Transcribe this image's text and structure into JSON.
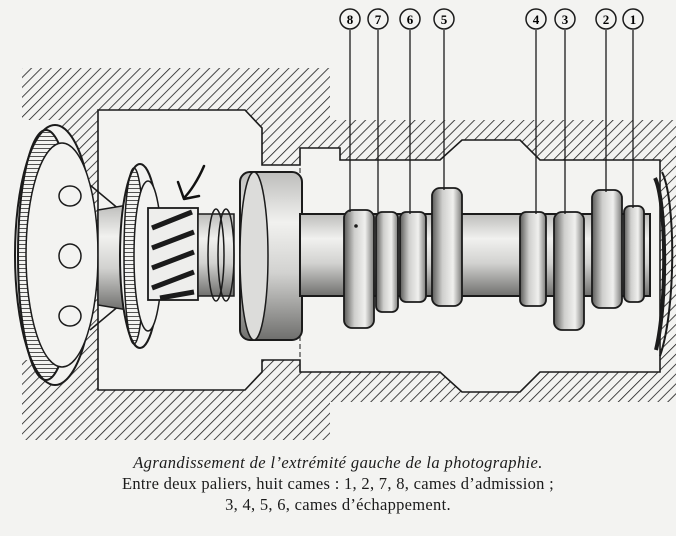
{
  "figure": {
    "callouts": [
      {
        "id": "c8",
        "label": "8"
      },
      {
        "id": "c7",
        "label": "7"
      },
      {
        "id": "c6",
        "label": "6"
      },
      {
        "id": "c5",
        "label": "5"
      },
      {
        "id": "c4",
        "label": "4"
      },
      {
        "id": "c3",
        "label": "3"
      },
      {
        "id": "c2",
        "label": "2"
      },
      {
        "id": "c1",
        "label": "1"
      }
    ],
    "line_color": "#1b1b1b",
    "paper_color": "#f3f3f1"
  },
  "caption": {
    "title": "Agrandissement de l’extrémité gauche de la photographie.",
    "line1": "Entre deux paliers, huit cames : 1, 2, 7, 8, cames d’admission ;",
    "line2": "3, 4, 5, 6, cames d’échappement."
  }
}
